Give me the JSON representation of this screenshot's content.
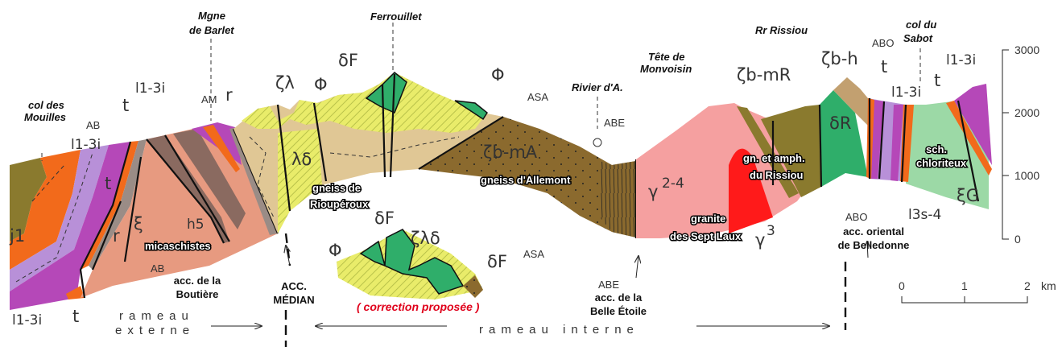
{
  "title": "Coupe géologique de Belledonne",
  "colors": {
    "olive": "#8a7a2e",
    "orange": "#f26a1b",
    "lavender": "#b890d8",
    "magenta": "#b548b8",
    "gray": "#9a8c86",
    "salmon": "#e79a80",
    "brown_band": "#8a6a60",
    "tan": "#e0c795",
    "yellow": "#e9ec6a",
    "green": "#2fae6a",
    "allemont": "#8b6a2e",
    "pink": "#f5a0a0",
    "red": "#ff1a1a",
    "light_green": "#9cd9a6",
    "correction": "#e0001b"
  },
  "places": {
    "col_mouilles_1": "col des",
    "col_mouilles_2": "Mouilles",
    "barlet_1": "Mgne",
    "barlet_2": "de Barlet",
    "ferrouillet": "Ferrouillet",
    "rivier": "Rivier d'A.",
    "monvoisin_1": "Tête de",
    "monvoisin_2": "Monvoisin",
    "rissiou": "Rr Rissiou",
    "sabot_1": "col du",
    "sabot_2": "Sabot"
  },
  "symbols": {
    "j1": "j1",
    "l13i_a": "l1-3i",
    "l13i_b": "l1-3i",
    "l13i_c": "l1-3i",
    "l13i_d": "l1-3i",
    "l13i_e": "l1-3i",
    "t_a": "t",
    "t_b": "t",
    "t_c": "t",
    "t_d": "t",
    "t_e": "t",
    "r_a": "r",
    "r_b": "r",
    "AB_a": "AB",
    "AB_b": "AB",
    "AM": "AM",
    "xi": "ξ",
    "h5": "h5",
    "zeta_lambda": "ζλ",
    "phi_a": "Φ",
    "phi_b": "Φ",
    "phi_c": "Φ",
    "deltaF_a": "δF",
    "deltaF_b": "δF",
    "deltaF_c": "δF",
    "lambda_delta": "λδ",
    "zeta_lambda_delta": "ζλδ",
    "ASA_a": "ASA",
    "ASA_b": "ASA",
    "zeta_bmA": "ζb-mA",
    "ABE_a": "ABE",
    "ABE_b": "ABE",
    "gamma24": "γ",
    "gamma24_sup": "2-4",
    "gamma3": "γ",
    "gamma3_sup": "3",
    "zeta_bmR": "ζb-mR",
    "zeta_bh": "ζb-h",
    "deltaR": "δR",
    "ABO_a": "ABO",
    "ABO_b": "ABO",
    "l3s4": "l3s-4",
    "xiG": "ξG"
  },
  "labels": {
    "micaschistes": "micaschistes",
    "rioupe_1": "gneiss de",
    "rioupe_2": "Rioupéroux",
    "allemont": "gneiss d'Allemont",
    "granite_1": "granite",
    "granite_2": "des Sept Laux",
    "rissiou_1": "gn. et amph.",
    "rissiou_2": "du Rissiou",
    "chlor_1": "sch.",
    "chlor_2": "chloriteux",
    "boutiere_1": "acc. de la",
    "boutiere_2": "Boutière",
    "median_1": "ACC.",
    "median_2": "MÉDIAN",
    "etoile_1": "acc. de la",
    "etoile_2": "Belle Étoile",
    "oriental_1": "acc. oriental",
    "oriental_2": "de Belledonne",
    "correction": "( correction proposée )",
    "rameau_ext_1": "rameau",
    "rameau_ext_2": "externe",
    "rameau_int": "rameau interne"
  },
  "altitude_axis": {
    "ticks": [
      "3000",
      "2000",
      "1000",
      "0"
    ]
  },
  "scale_bar": {
    "ticks": [
      "0",
      "1",
      "2"
    ],
    "unit": "km"
  }
}
